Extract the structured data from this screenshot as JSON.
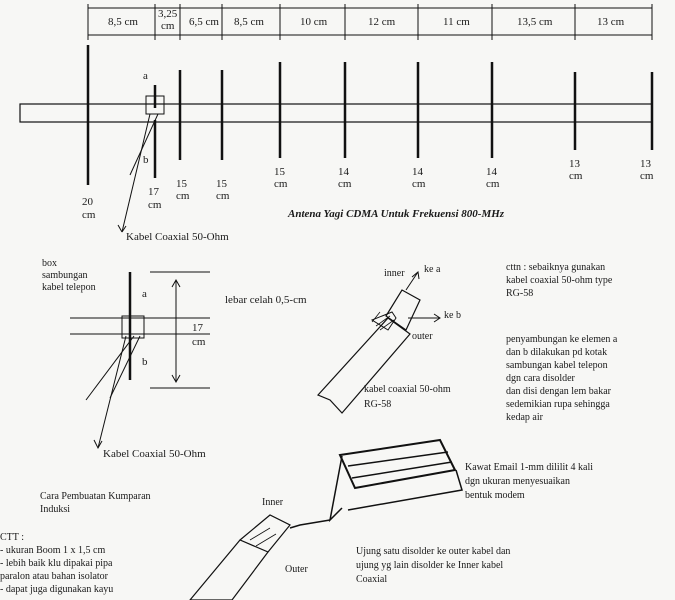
{
  "title": "Antena Yagi CDMA Untuk Frekuensi 800-MHz",
  "dimensions": {
    "0": "8,5 cm",
    "1": "3,25",
    "1b": "cm",
    "2": "6,5 cm",
    "3": "8,5 cm",
    "4": "10 cm",
    "5": "12 cm",
    "6": "11 cm",
    "7": "13,5 cm",
    "8": "13 cm"
  },
  "labels": {
    "a": "a",
    "b": "b"
  },
  "elements": [
    {
      "len": "20",
      "unit": "cm"
    },
    {
      "len": "17",
      "unit": "cm"
    },
    {
      "len": "15",
      "unit": "cm"
    },
    {
      "len": "15",
      "unit": "cm"
    },
    {
      "len": "15",
      "unit": "cm"
    },
    {
      "len": "14",
      "unit": "cm"
    },
    {
      "len": "14",
      "unit": "cm"
    },
    {
      "len": "14",
      "unit": "cm"
    },
    {
      "len": "13",
      "unit": "cm"
    },
    {
      "len": "13",
      "unit": "cm"
    }
  ],
  "coax_label": "Kabel Coaxial 50-Ohm",
  "coax_label_detail": "Kabel Coaxial 50-Ohm",
  "feed_detail": {
    "box_line1": "box",
    "box_line2": "sambungan",
    "box_line3": "kabel telepon",
    "gap": "lebar celah  0,5-cm",
    "length": "17",
    "unit": "cm"
  },
  "coax": {
    "inner": "inner",
    "ke_a": "ke a",
    "ke_b": "ke b",
    "outer": "outer",
    "type_line1": "kabel coaxial 50-ohm",
    "type_line2": "RG-58"
  },
  "notes": {
    "cttn": [
      "cttn : sebaiknya gunakan",
      "kabel coaxial 50-ohm type",
      "RG-58"
    ],
    "connection": [
      "penyambungan ke elemen a",
      "dan b dilakukan pd kotak",
      "sambungan kabel telepon",
      "dgn cara disolder",
      "dan disi dengan lem bakar",
      "sedemikian rupa sehingga",
      "kedap air"
    ]
  },
  "coil": {
    "title_line1": "Cara Pembuatan Kumparan",
    "title_line2": "Induksi",
    "note": [
      "Kawat Email 1-mm dililit 4 kali",
      "dgn ukuran menyesuaikan",
      "bentuk modem"
    ],
    "inner": "Inner",
    "outer": "Outer",
    "solder": [
      "Ujung satu disolder ke outer kabel dan",
      "ujung yg lain disolder ke Inner kabel",
      "Coaxial"
    ]
  },
  "ctt": {
    "heading": "CTT :",
    "items": [
      "- ukuran Boom 1 x 1,5 cm",
      "- lebih baik klu dipakai pipa",
      "  paralon atau bahan isolator",
      "- dapat juga digunakan kayu"
    ]
  }
}
